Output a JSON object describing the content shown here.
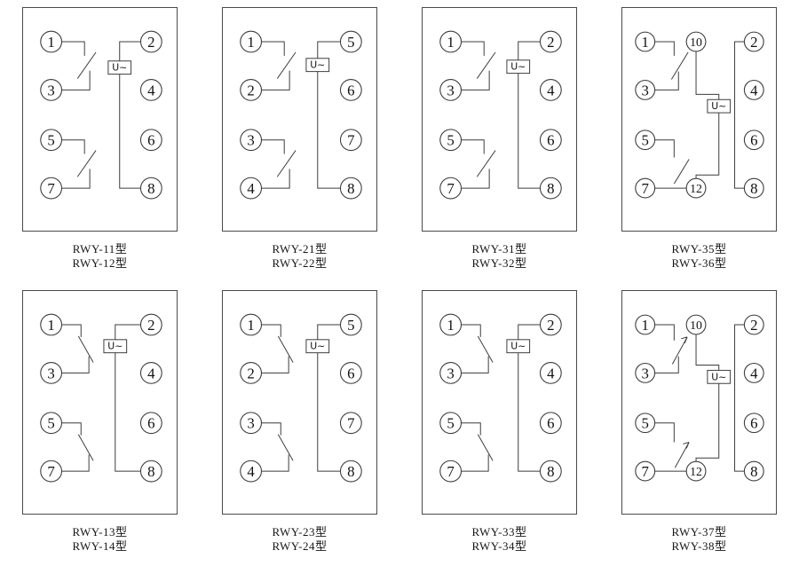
{
  "page": {
    "background": "#ffffff",
    "line_color": "#3c3c3c"
  },
  "panels": [
    {
      "id": "rwy-11-12",
      "labels": [
        "RWY-11型",
        "RWY-12型"
      ],
      "source_label": "U~",
      "terminals": {
        "left": [
          "1",
          "3",
          "5",
          "7"
        ],
        "right": [
          "2",
          "4",
          "6",
          "8"
        ]
      }
    },
    {
      "id": "rwy-21-22",
      "labels": [
        "RWY-21型",
        "RWY-22型"
      ],
      "source_label": "U~",
      "terminals": {
        "left": [
          "1",
          "2",
          "3",
          "4"
        ],
        "right": [
          "5",
          "6",
          "7",
          "8"
        ]
      }
    },
    {
      "id": "rwy-31-32",
      "labels": [
        "RWY-31型",
        "RWY-32型"
      ],
      "source_label": "U~",
      "terminals": {
        "left": [
          "1",
          "3",
          "5",
          "7"
        ],
        "right": [
          "2",
          "4",
          "6",
          "8"
        ]
      }
    },
    {
      "id": "rwy-35-36",
      "labels": [
        "RWY-35型",
        "RWY-36型"
      ],
      "source_label": "U~",
      "terminals": {
        "left": [
          "1",
          "3",
          "5",
          "7"
        ],
        "middle": [
          "10",
          "12"
        ],
        "right": [
          "2",
          "4",
          "6",
          "8"
        ]
      }
    },
    {
      "id": "rwy-13-14",
      "labels": [
        "RWY-13型",
        "RWY-14型"
      ],
      "source_label": "U~",
      "terminals": {
        "left": [
          "1",
          "3",
          "5",
          "7"
        ],
        "right": [
          "2",
          "4",
          "6",
          "8"
        ]
      }
    },
    {
      "id": "rwy-23-24",
      "labels": [
        "RWY-23型",
        "RWY-24型"
      ],
      "source_label": "U~",
      "terminals": {
        "left": [
          "1",
          "2",
          "3",
          "4"
        ],
        "right": [
          "5",
          "6",
          "7",
          "8"
        ]
      }
    },
    {
      "id": "rwy-33-34",
      "labels": [
        "RWY-33型",
        "RWY-34型"
      ],
      "source_label": "U~",
      "terminals": {
        "left": [
          "1",
          "3",
          "5",
          "7"
        ],
        "right": [
          "2",
          "4",
          "6",
          "8"
        ]
      }
    },
    {
      "id": "rwy-37-38",
      "labels": [
        "RWY-37型",
        "RWY-38型"
      ],
      "source_label": "U~",
      "terminals": {
        "left": [
          "1",
          "3",
          "5",
          "7"
        ],
        "middle": [
          "10",
          "12"
        ],
        "right": [
          "2",
          "4",
          "6",
          "8"
        ]
      }
    }
  ]
}
